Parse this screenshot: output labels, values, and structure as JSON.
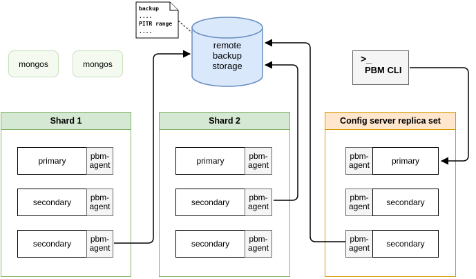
{
  "colors": {
    "green-fill": "#d5e8d4",
    "green-stroke": "#82b366",
    "orange-fill": "#ffe6cc",
    "orange-stroke": "#d79b00",
    "blue-fill": "#dae8fc",
    "blue-stroke": "#6c8ebf",
    "gray-fill": "#f5f5f5",
    "gray-stroke": "#666666",
    "mongos-fill": "#f4faef",
    "mongos-stroke": "#c7dfbc",
    "line": "#000000"
  },
  "note": {
    "line1": "backup",
    "line2": "....",
    "line3": "PITR range",
    "line4": "...."
  },
  "storage": {
    "label": "remote backup storage"
  },
  "mongos": {
    "first": "mongos",
    "second": "mongos"
  },
  "pbm_cli": {
    "prompt": ">_",
    "label": "PBM CLI"
  },
  "clusters": [
    {
      "title": "Shard 1",
      "rows": [
        {
          "role": "primary",
          "agent": "pbm-agent"
        },
        {
          "role": "secondary",
          "agent": "pbm-agent"
        },
        {
          "role": "secondary",
          "agent": "pbm-agent"
        }
      ]
    },
    {
      "title": "Shard 2",
      "rows": [
        {
          "role": "primary",
          "agent": "pbm-agent"
        },
        {
          "role": "secondary",
          "agent": "pbm-agent"
        },
        {
          "role": "secondary",
          "agent": "pbm-agent"
        }
      ]
    },
    {
      "title": "Config server replica set",
      "rows": [
        {
          "role": "primary",
          "agent": "pbm-agent"
        },
        {
          "role": "secondary",
          "agent": "pbm-agent"
        },
        {
          "role": "secondary",
          "agent": "pbm-agent"
        }
      ]
    }
  ]
}
